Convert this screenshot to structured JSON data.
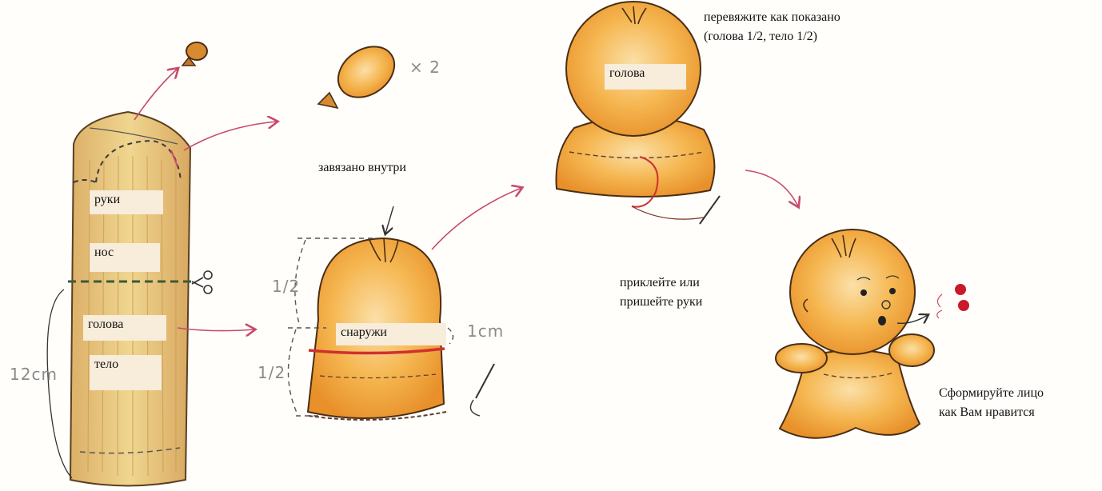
{
  "labels": {
    "arms": "руки",
    "nose": "нос",
    "head": "голова",
    "body": "тело",
    "tied_inside": "завязано внутри",
    "outside": "снаружи",
    "head_on_ball": "голова",
    "tie_note_line1": "перевяжите как показано",
    "tie_note_line2": "(голова 1/2, тело 1/2)",
    "glue_line1": "приклейте или",
    "glue_line2": "пришейте руки",
    "face_line1": "Сформируйте лицо",
    "face_line2": "как Вам нравится"
  },
  "annotations": {
    "length": "12cm",
    "half_top": "1/2",
    "half_bottom": "1/2",
    "one_cm": "1cm",
    "times_two": "× 2"
  },
  "colors": {
    "sock_fill": "#e8c878",
    "sock_stroke": "#5a4020",
    "doll_fill": "#f0a030",
    "doll_highlight": "#fbe0a8",
    "arrow": "#c84a6a",
    "thread": "#d03030",
    "patch": "#f8ecda"
  }
}
